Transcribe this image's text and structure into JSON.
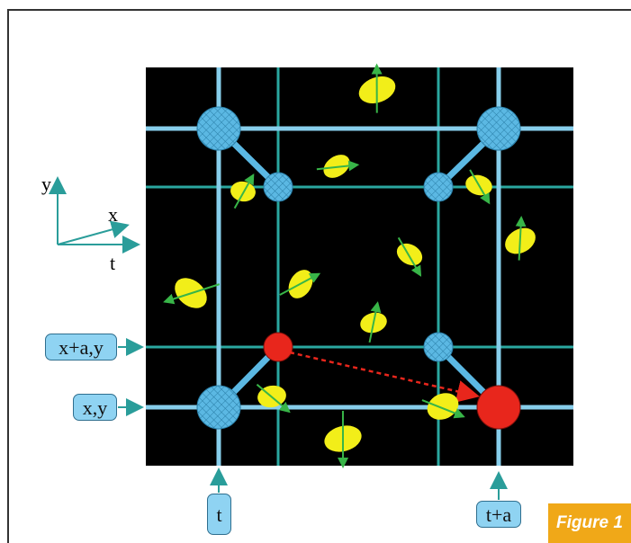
{
  "axes": {
    "y_label": "y",
    "x_label": "x",
    "t_label": "t"
  },
  "labels": {
    "row_upper": "x+a,y",
    "row_lower": "x,y",
    "col_left": "t",
    "col_right": "t+a"
  },
  "figure_tag": "Figure 1",
  "colors": {
    "background_panel": "#000000",
    "outer_grid_line": "#87ceeb",
    "inner_grid_line": "#2aa7a0",
    "lattice_node": "#5bb8e3",
    "highlight_node": "#e8261c",
    "gluon_ellipse": "#f2ee19",
    "gluon_arrow": "#38b548",
    "dotted_arrow": "#e8261c",
    "figure_tag_bg": "#f0a818"
  }
}
